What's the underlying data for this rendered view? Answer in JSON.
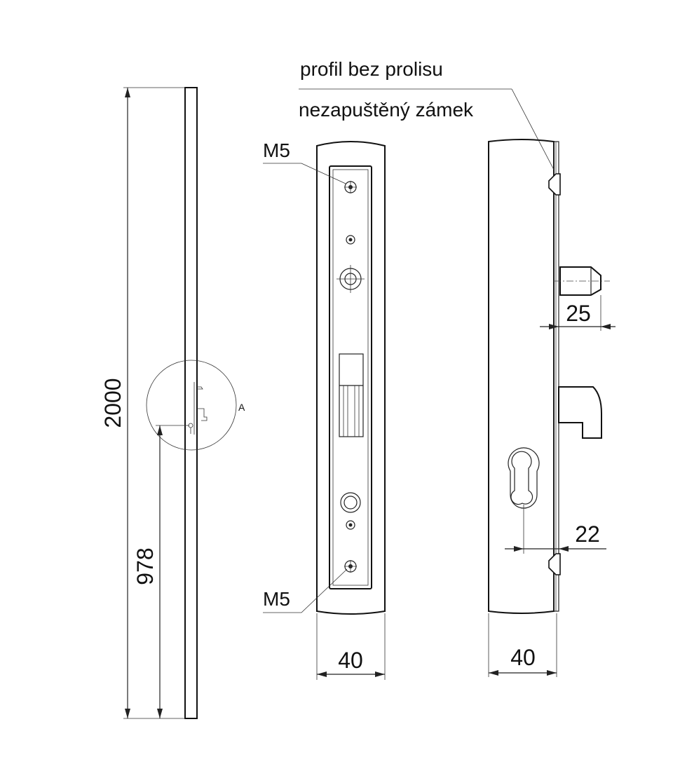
{
  "drawing": {
    "labels": {
      "profile_note": "profil bez prolisu",
      "lock_note": "nezapuštěný zámek",
      "screw_top": "M5",
      "screw_bottom": "M5",
      "detail_mark": "A"
    },
    "dimensions": {
      "total_height": "2000",
      "handle_height": "978",
      "front_width": "40",
      "side_width": "40",
      "bolt_projection": "25",
      "backset": "22"
    }
  }
}
